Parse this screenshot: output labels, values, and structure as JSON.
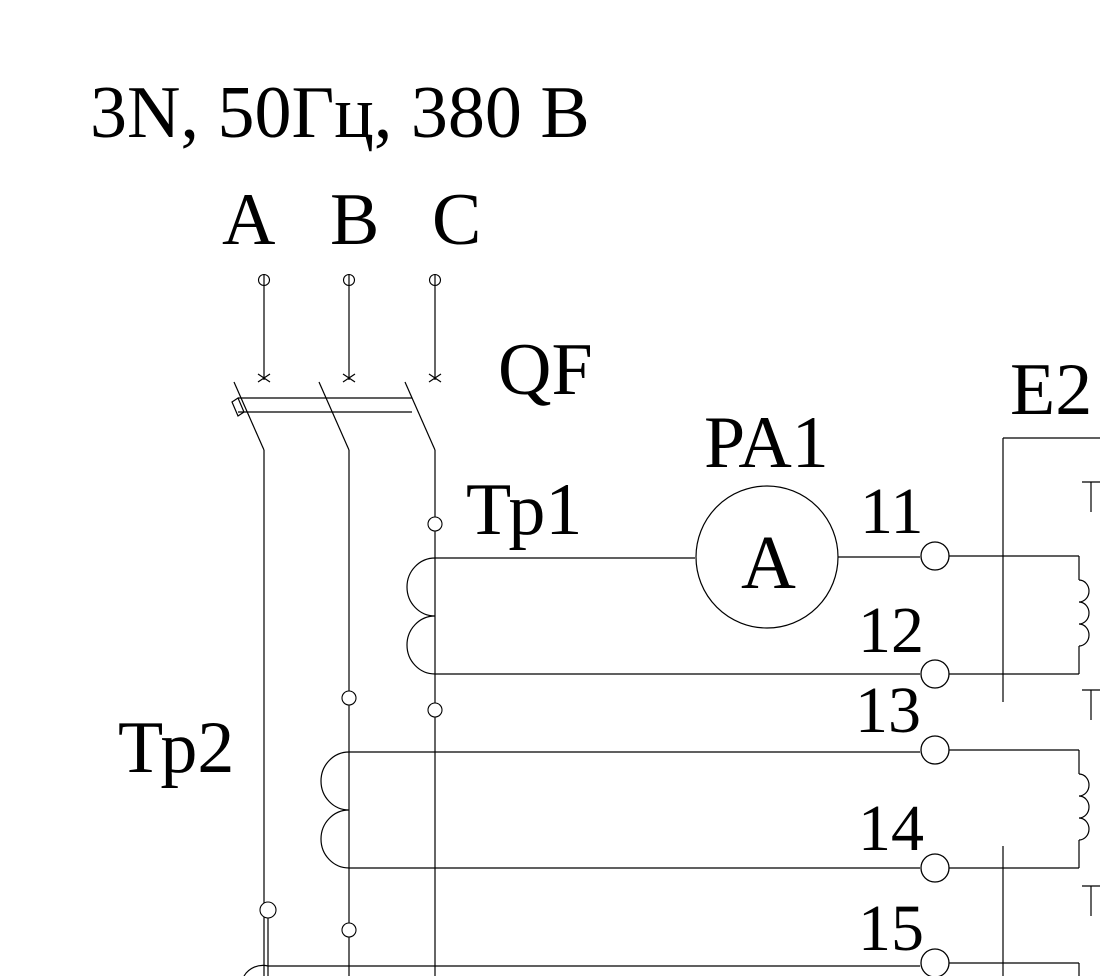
{
  "supply": {
    "label": "3N, 50Гц, 380 В",
    "phase_a": "A",
    "phase_b": "B",
    "phase_c": "C"
  },
  "breaker": {
    "label": "QF"
  },
  "transformers": {
    "tp1": "Тр1",
    "tp2": "Тр2",
    "e2": "E2"
  },
  "ammeter": {
    "tag": "PA1",
    "symbol": "A"
  },
  "terminals": [
    "11",
    "12",
    "13",
    "14",
    "15"
  ]
}
